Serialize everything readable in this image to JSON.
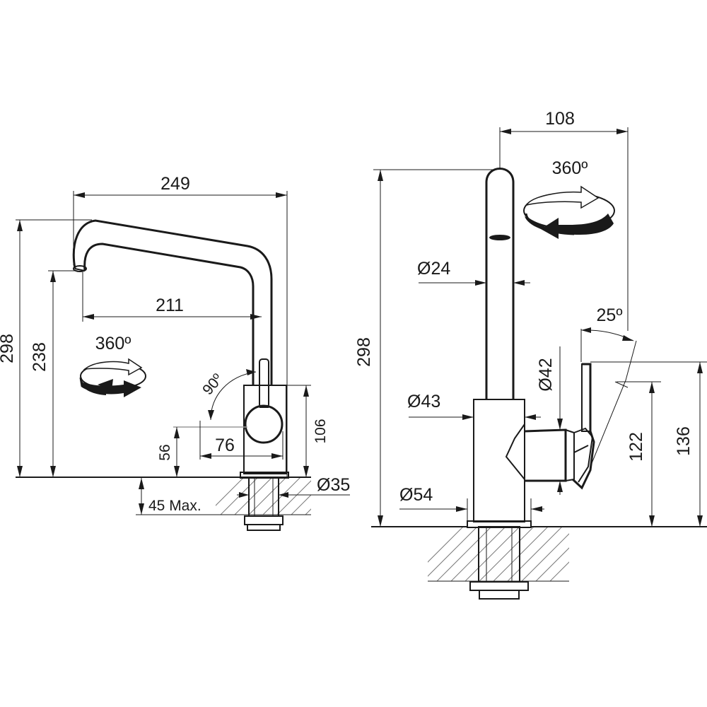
{
  "left_view": {
    "overall_width": "249",
    "spout_reach": "211",
    "overall_height": "298",
    "spout_height": "238",
    "rotation": "360º",
    "lever_angle": "90º",
    "lever_depth": "76",
    "lever_height": "56",
    "body_height": "106",
    "shank_diameter": "Ø35",
    "max_deck_thickness": "45 Max."
  },
  "right_view": {
    "spout_offset": "108",
    "rotation": "360º",
    "spout_diameter": "Ø24",
    "overall_height": "298",
    "lever_angle": "25º",
    "lever_diameter": "Ø42",
    "body_diameter": "Ø43",
    "base_diameter": "Ø54",
    "lever_low_height": "122",
    "lever_top_height": "136"
  }
}
